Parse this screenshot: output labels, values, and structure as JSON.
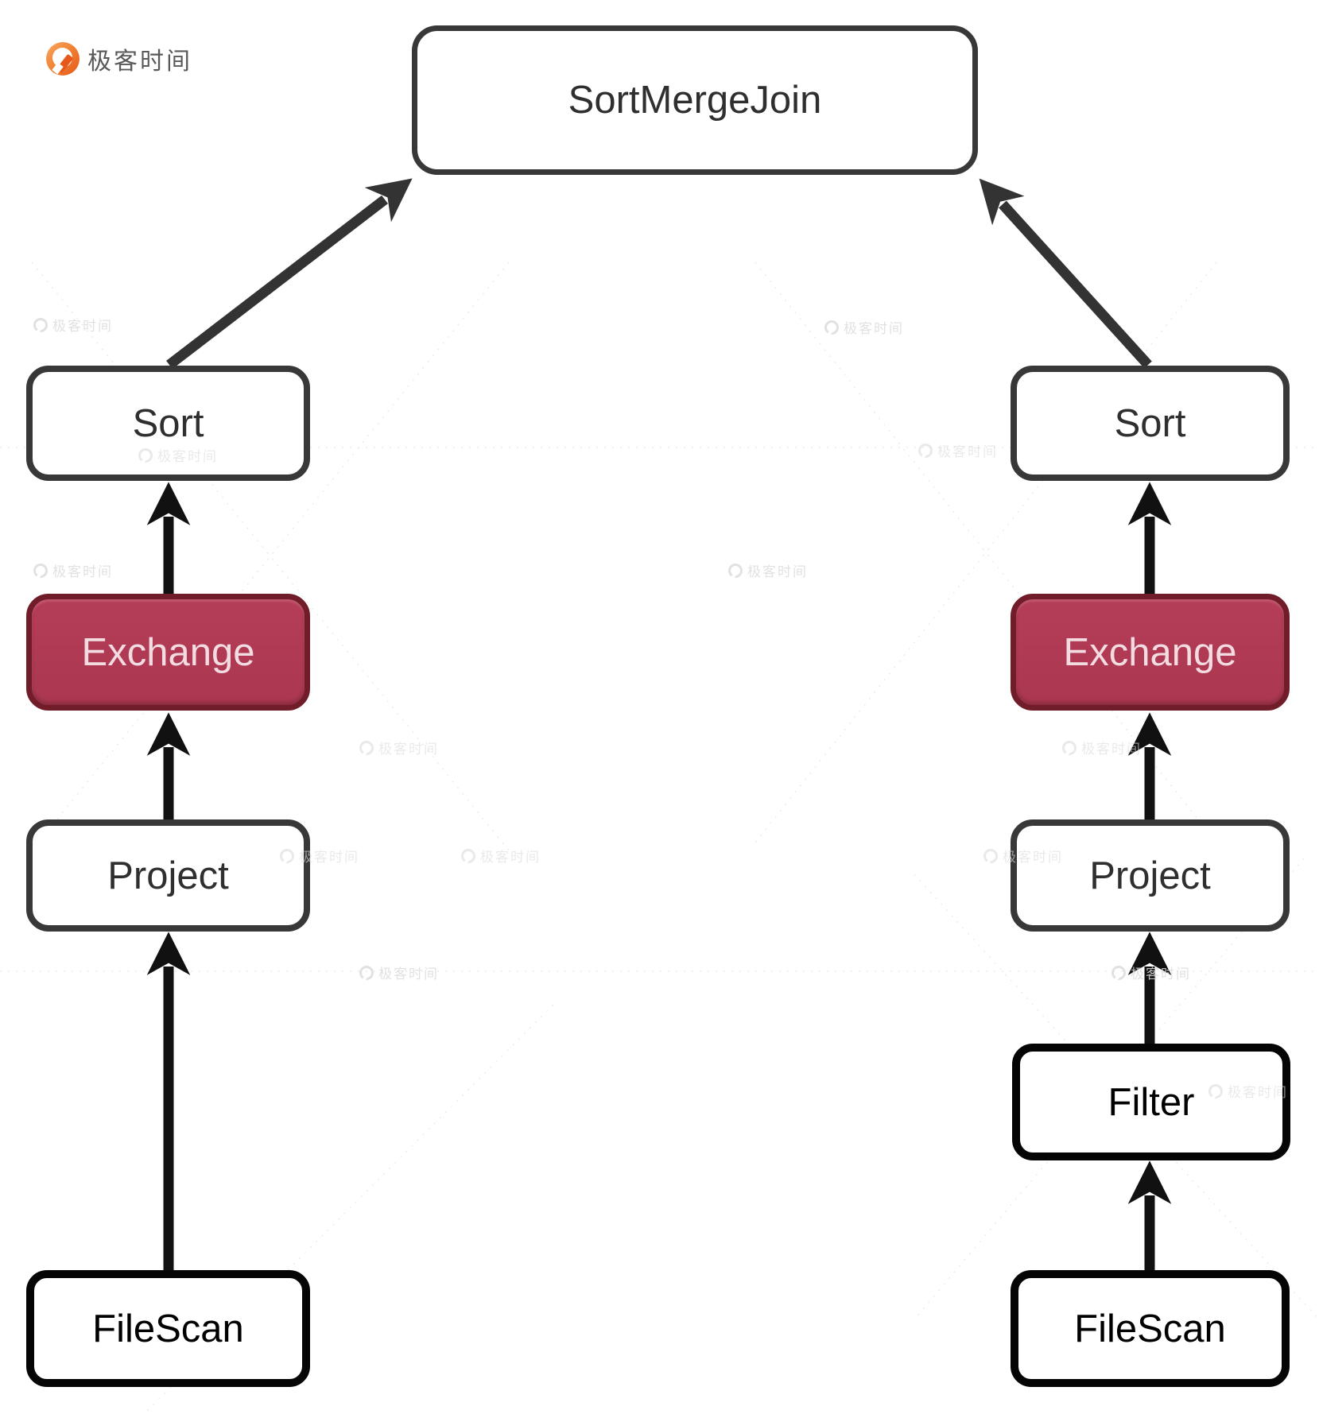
{
  "brand": {
    "name": "极客时间"
  },
  "watermark": {
    "text": "极客时间"
  },
  "colors": {
    "background": "#FFFFFF",
    "node_border_gray": "#383838",
    "node_border_black": "#050505",
    "node_text": "#2F2F2F",
    "highlight_fill": "#AF3953",
    "highlight_border": "#701D29",
    "highlight_text": "#F3DBE2",
    "edge_black": "#111111",
    "edge_gray": "#333333",
    "logo_orange": "#ED6A1C",
    "watermark_gray": "#DCDCDC"
  },
  "diagram": {
    "type": "query-plan-tree",
    "root": "SortMergeJoin",
    "nodes": [
      {
        "id": "sortmergejoin",
        "label": "SortMergeJoin",
        "highlight": false
      },
      {
        "id": "left-sort",
        "label": "Sort",
        "highlight": false
      },
      {
        "id": "left-exchange",
        "label": "Exchange",
        "highlight": true
      },
      {
        "id": "left-project",
        "label": "Project",
        "highlight": false
      },
      {
        "id": "left-filescan",
        "label": "FileScan",
        "highlight": false
      },
      {
        "id": "right-sort",
        "label": "Sort",
        "highlight": false
      },
      {
        "id": "right-exchange",
        "label": "Exchange",
        "highlight": true
      },
      {
        "id": "right-project",
        "label": "Project",
        "highlight": false
      },
      {
        "id": "right-filter",
        "label": "Filter",
        "highlight": false
      },
      {
        "id": "right-filescan",
        "label": "FileScan",
        "highlight": false
      }
    ],
    "edges": [
      {
        "from": "left-sort",
        "to": "sortmergejoin"
      },
      {
        "from": "right-sort",
        "to": "sortmergejoin"
      },
      {
        "from": "left-exchange",
        "to": "left-sort"
      },
      {
        "from": "left-project",
        "to": "left-exchange"
      },
      {
        "from": "left-filescan",
        "to": "left-project"
      },
      {
        "from": "right-exchange",
        "to": "right-sort"
      },
      {
        "from": "right-project",
        "to": "right-exchange"
      },
      {
        "from": "right-filter",
        "to": "right-project"
      },
      {
        "from": "right-filescan",
        "to": "right-filter"
      }
    ]
  }
}
